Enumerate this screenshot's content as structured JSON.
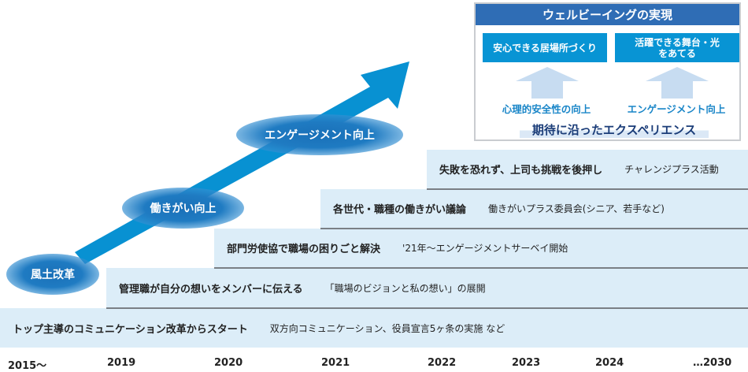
{
  "wellbeing": {
    "title": "ウェルビーイングの実現",
    "goal_left": "安心できる居場所づくり",
    "goal_right": "活躍できる舞台・光をあてる",
    "driver_left": "心理的安全性の向上",
    "driver_right": "エンゲージメント向上",
    "bottom": "期待に沿ったエクスペリエンス"
  },
  "bubbles": [
    "風土改革",
    "働きがい向上",
    "エンゲージメント向上"
  ],
  "steps": [
    {
      "main": "トップ主導のコミュニケーション改革からスタート",
      "sub": "双方向コミュニケーション、役員宣言5ヶ条の実施 など"
    },
    {
      "main": "管理職が自分の想いをメンバーに伝える",
      "sub": "「職場のビジョンと私の想い」の展開"
    },
    {
      "main": "部門労使協で職場の困りごと解決",
      "sub": "'21年〜エンゲージメントサーベイ開始"
    },
    {
      "main": "各世代・職種の働きがい議論",
      "sub": "働きがいプラス委員会(シニア、若手など)"
    },
    {
      "main": "失敗を恐れず、上司も挑戦を後押し",
      "sub": "チャレンジプラス活動"
    }
  ],
  "years": [
    "2015〜",
    "2019",
    "2020",
    "2021",
    "2022",
    "2023",
    "2024",
    "…2030"
  ],
  "colors": {
    "step_bg": "#dcedf8",
    "arrow": "#0891d2",
    "header": "#2f6db5",
    "box": "#0894d4"
  }
}
